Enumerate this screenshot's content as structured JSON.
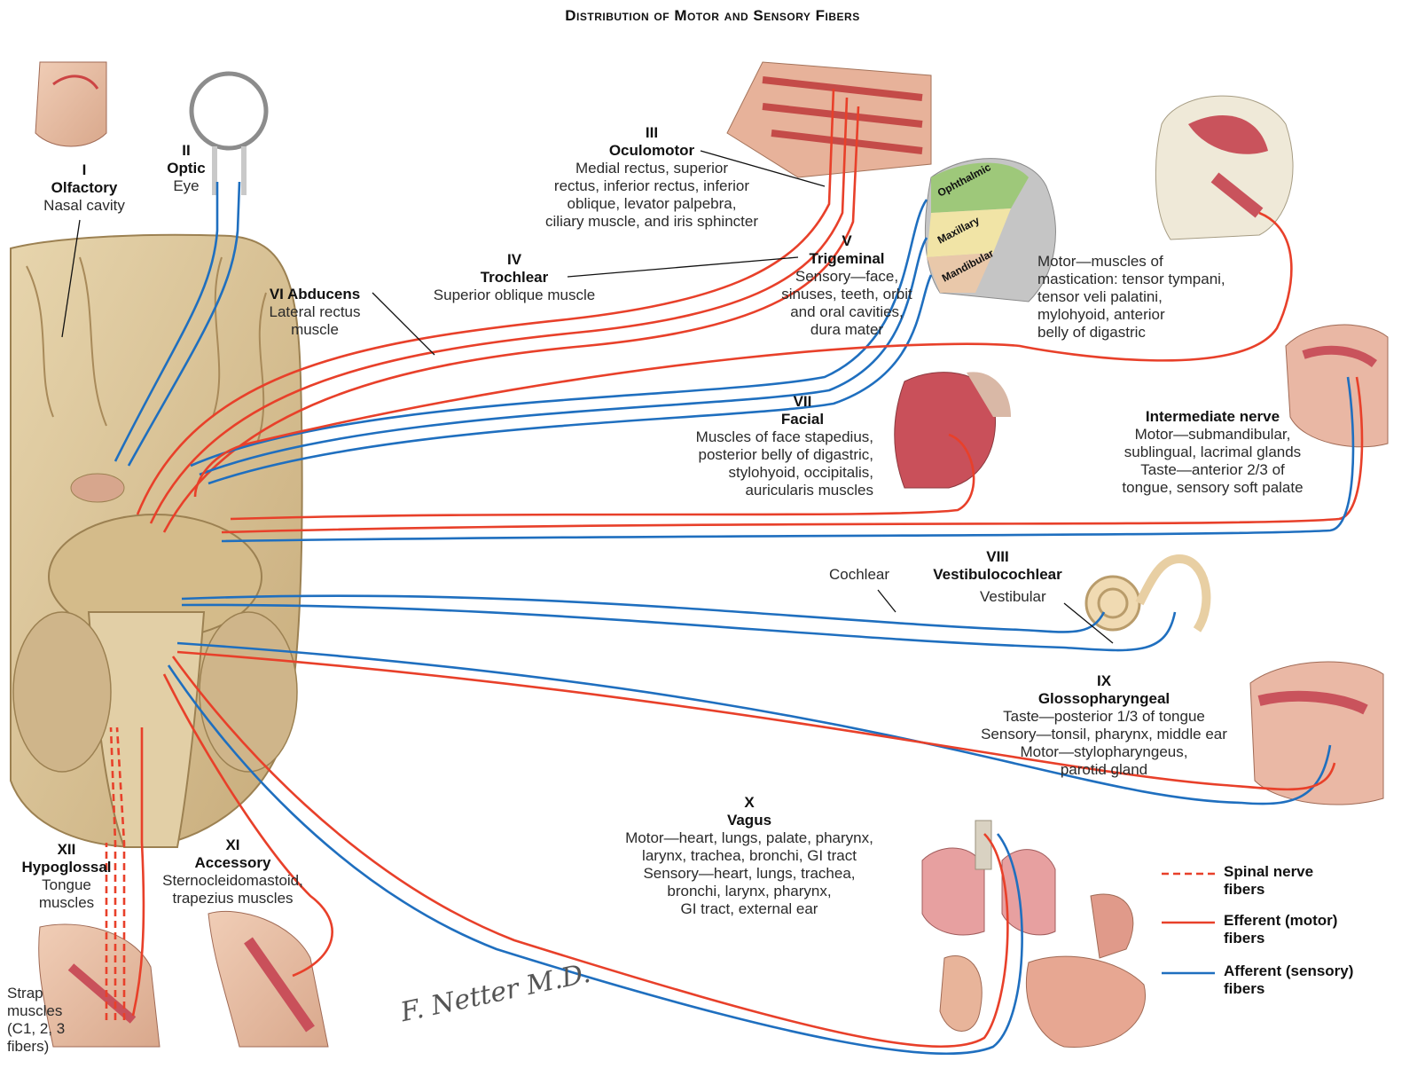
{
  "title": "Distribution of Motor and Sensory Fibers",
  "nerves": {
    "olfactory": {
      "numeral": "I",
      "name": "Olfactory",
      "desc": [
        "Nasal cavity"
      ]
    },
    "optic": {
      "numeral": "II",
      "name": "Optic",
      "desc": [
        "Eye"
      ]
    },
    "oculomotor": {
      "numeral": "III",
      "name": "Oculomotor",
      "desc": [
        "Medial rectus, superior",
        "rectus, inferior rectus, inferior",
        "oblique, levator palpebra,",
        "ciliary muscle, and iris sphincter"
      ]
    },
    "trochlear": {
      "numeral": "IV",
      "name": "Trochlear",
      "desc": [
        "Superior oblique muscle"
      ]
    },
    "trigeminal": {
      "numeral": "V",
      "name": "Trigeminal",
      "desc": [
        "Sensory—face,",
        "sinuses, teeth, orbit",
        "and oral cavities,",
        "dura mater"
      ],
      "divisions": [
        "Ophthalmic",
        "Maxillary",
        "Mandibular"
      ],
      "motor_desc": [
        "Motor—muscles of",
        "mastication: tensor tympani,",
        "tensor veli palatini,",
        "mylohyoid, anterior",
        "belly of digastric"
      ]
    },
    "abducens": {
      "heading": "VI Abducens",
      "desc": [
        "Lateral rectus",
        "muscle"
      ]
    },
    "facial": {
      "numeral": "VII",
      "name": "Facial",
      "desc": [
        "Muscles of face stapedius,",
        "posterior belly of digastric,",
        "stylohyoid, occipitalis,",
        "auricularis muscles"
      ]
    },
    "intermediate": {
      "name": "Intermediate nerve",
      "desc": [
        "Motor—submandibular,",
        "sublingual, lacrimal glands",
        "Taste—anterior 2/3 of",
        "tongue, sensory soft palate"
      ]
    },
    "vestibulocochlear": {
      "numeral": "VIII",
      "name": "Vestibulocochlear",
      "cochlear": "Cochlear",
      "vestibular": "Vestibular"
    },
    "glossopharyngeal": {
      "numeral": "IX",
      "name": "Glossopharyngeal",
      "desc": [
        "Taste—posterior 1/3 of tongue",
        "Sensory—tonsil, pharynx, middle ear",
        "Motor—stylopharyngeus,",
        "parotid gland"
      ]
    },
    "vagus": {
      "numeral": "X",
      "name": "Vagus",
      "desc": [
        "Motor—heart, lungs, palate, pharynx,",
        "larynx, trachea, bronchi, GI tract",
        "Sensory—heart, lungs, trachea,",
        "bronchi, larynx, pharynx,",
        "GI tract, external ear"
      ]
    },
    "accessory": {
      "numeral": "XI",
      "name": "Accessory",
      "desc": [
        "Sternocleidomastoid,",
        "trapezius muscles"
      ]
    },
    "hypoglossal": {
      "numeral": "XII",
      "name": "Hypoglossal",
      "desc": [
        "Tongue",
        "muscles"
      ],
      "strap": [
        "Strap",
        "muscles",
        "(C1, 2, 3",
        "fibers)"
      ]
    }
  },
  "legend": [
    {
      "label": [
        "Spinal nerve",
        "fibers"
      ],
      "style": "dashed",
      "color": "#e8402a"
    },
    {
      "label": [
        "Efferent (motor)",
        "fibers"
      ],
      "style": "solid",
      "color": "#e8402a"
    },
    {
      "label": [
        "Afferent (sensory)",
        "fibers"
      ],
      "style": "solid",
      "color": "#1f6fbf"
    }
  ],
  "colors": {
    "efferent": "#e8402a",
    "afferent": "#1f6fbf",
    "brain": "#d9c49a",
    "brain_dark": "#b79c6c",
    "muscle": "#c9505a",
    "skin": "#e8b9a0"
  },
  "signature": "F. Netter M.D."
}
